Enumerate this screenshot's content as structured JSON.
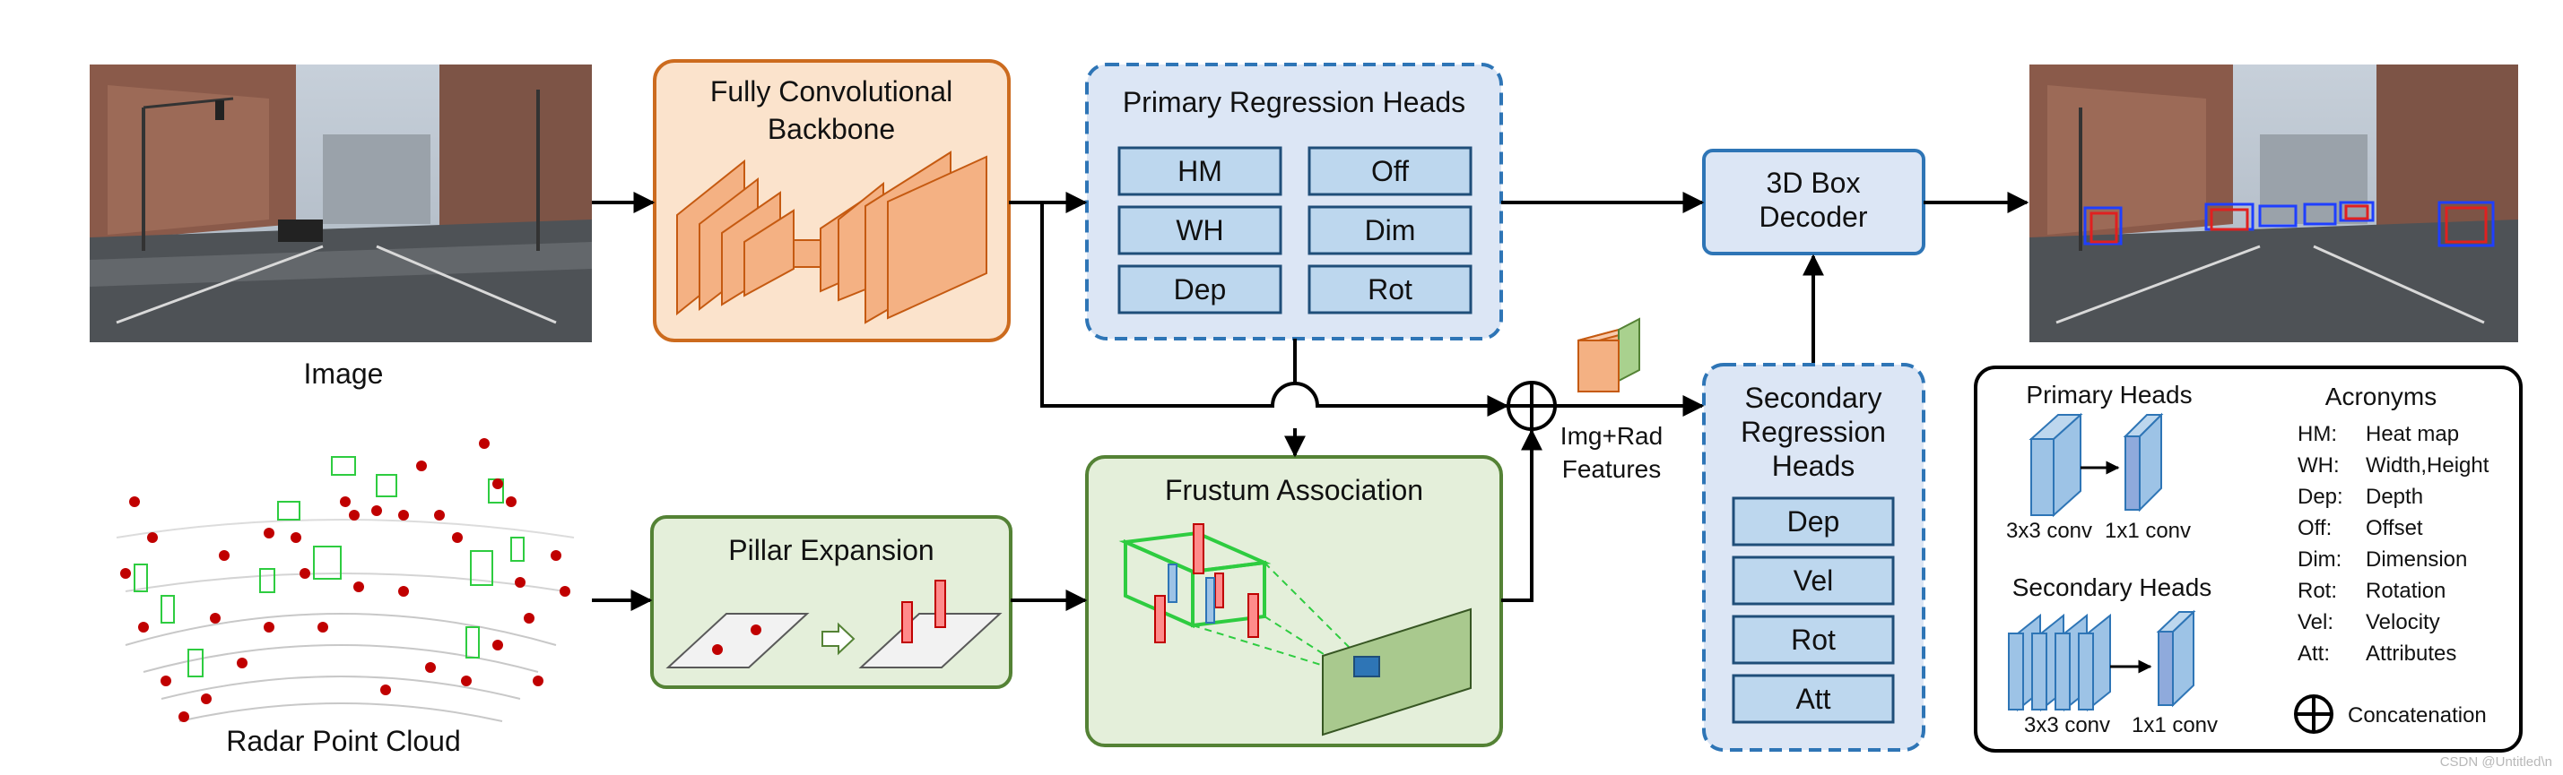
{
  "inputs": {
    "image_label": "Image",
    "radar_label": "Radar Point Cloud"
  },
  "backbone": {
    "line1": "Fully Convolutional",
    "line2": "Backbone"
  },
  "primary_heads": {
    "title": "Primary Regression Heads",
    "items": [
      "HM",
      "Off",
      "WH",
      "Dim",
      "Dep",
      "Rot"
    ]
  },
  "decoder": {
    "line1": "3D Box",
    "line2": "Decoder"
  },
  "pillar": {
    "title": "Pillar Expansion"
  },
  "frustum": {
    "title": "Frustum Association"
  },
  "features": {
    "line1": "Img+Rad",
    "line2": "Features"
  },
  "secondary_heads": {
    "line1": "Secondary",
    "line2": "Regression",
    "line3": "Heads",
    "items": [
      "Dep",
      "Vel",
      "Rot",
      "Att"
    ]
  },
  "legend": {
    "primary_title": "Primary Heads",
    "secondary_title": "Secondary Heads",
    "conv3": "3x3 conv",
    "conv1": "1x1 conv",
    "acronyms_title": "Acronyms",
    "acronyms": [
      {
        "key": "HM:",
        "value": "Heat map"
      },
      {
        "key": "WH:",
        "value": "Width,Height"
      },
      {
        "key": "Dep:",
        "value": "Depth"
      },
      {
        "key": "Off:",
        "value": "Offset"
      },
      {
        "key": "Dim:",
        "value": "Dimension"
      },
      {
        "key": "Rot:",
        "value": "Rotation"
      },
      {
        "key": "Vel:",
        "value": "Velocity"
      },
      {
        "key": "Att:",
        "value": "Attributes"
      }
    ],
    "concat_label": "Concatenation"
  },
  "watermark": "CSDN @Untitled\\n",
  "colors": {
    "orange_fill": "#fbe3cc",
    "orange_stroke": "#cc6b1e",
    "blue_fill": "#dce6f5",
    "blue_stroke": "#2e75b6",
    "green_fill": "#e4efda",
    "green_stroke": "#548235",
    "head_cell": "#bdd7ee"
  }
}
